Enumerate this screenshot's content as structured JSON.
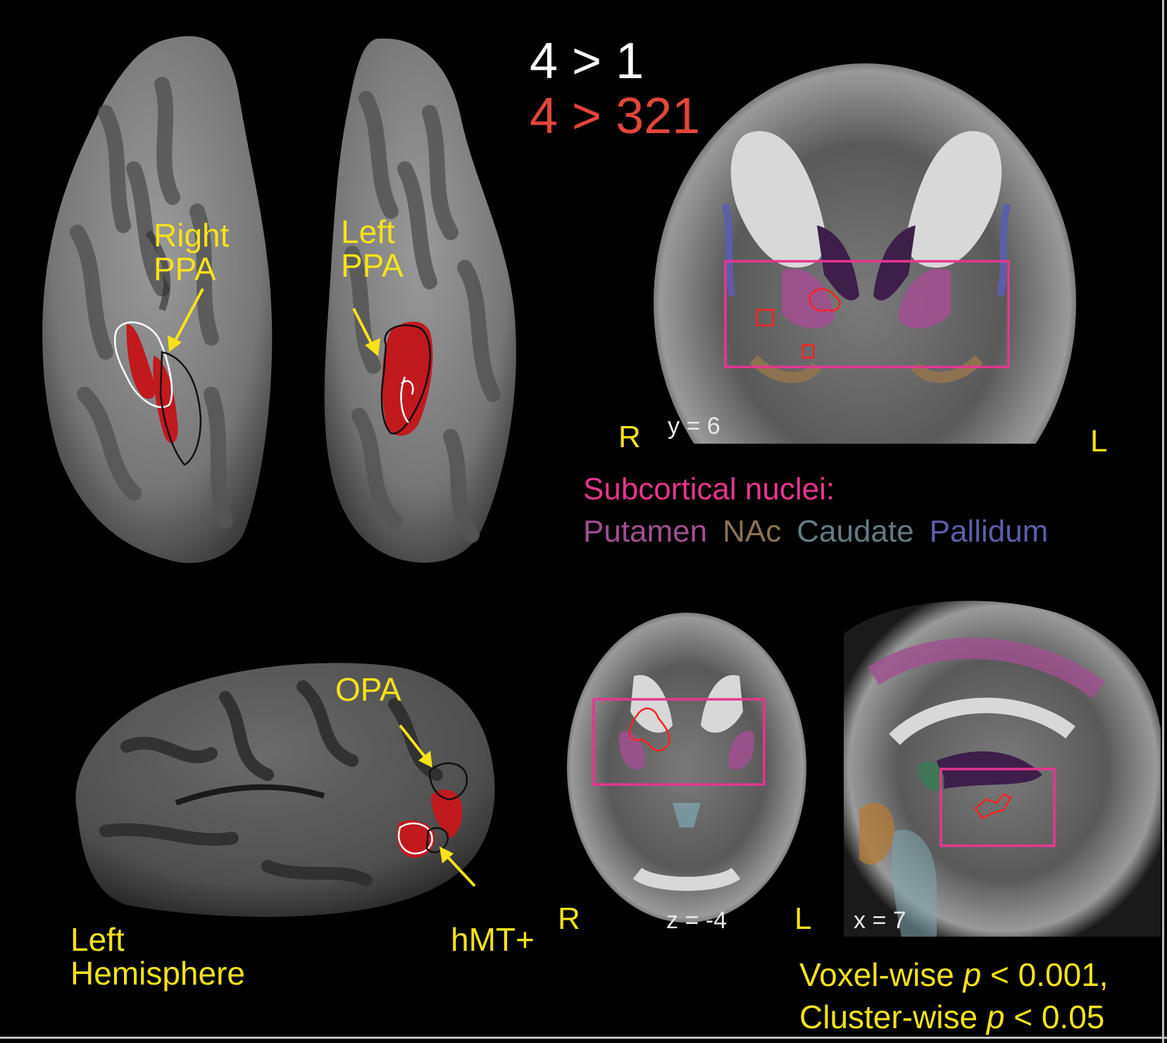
{
  "contrasts": {
    "white_label": "4 > 1",
    "red_label": "4 > 321"
  },
  "ventral_view": {
    "right_ppa": "Right\nPPA",
    "left_ppa": "Left\nPPA"
  },
  "lateral_view": {
    "opa": "OPA",
    "hmt": "hMT+",
    "hemisphere": "Left\nHemisphere"
  },
  "coronal_slice": {
    "right_marker": "R",
    "left_marker": "L",
    "coordinate": "y = 6"
  },
  "axial_slice": {
    "right_marker": "R",
    "left_marker": "L",
    "coordinate": "z = -4"
  },
  "sagittal_slice": {
    "coordinate": "x = 7"
  },
  "legend": {
    "title": "Subcortical nuclei:",
    "items": [
      {
        "name": "Putamen",
        "color": "#a0508f"
      },
      {
        "name": "NAc",
        "color": "#8b7350"
      },
      {
        "name": "Caudate",
        "color": "#647a82"
      },
      {
        "name": "Pallidum",
        "color": "#5a5fa8"
      }
    ]
  },
  "threshold": {
    "line1_prefix": "Voxel-wise ",
    "line1_p": "p",
    "line1_suffix": " < 0.001,",
    "line2_prefix": "Cluster-wise ",
    "line2_p": "p",
    "line2_suffix": " < 0.05"
  },
  "colors": {
    "annotation": "#f5e21b",
    "red_contrast": "#e2463a",
    "roi_box": "#e8358f",
    "cortex_light": "#8a8a8a",
    "cortex_dark": "#4a4a4a"
  }
}
